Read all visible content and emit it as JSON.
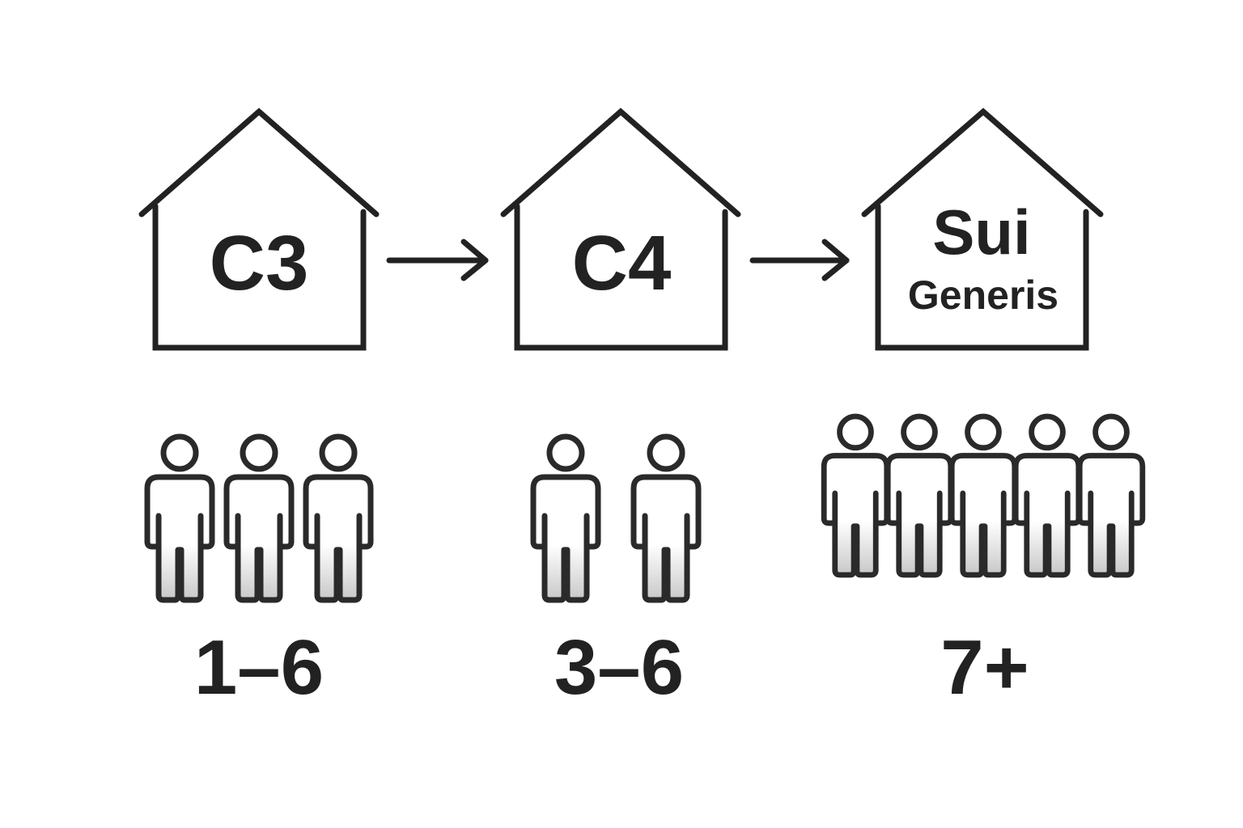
{
  "houses": [
    {
      "id": "c3",
      "label_lines": [
        "C3"
      ],
      "people_count": 3,
      "range": "1–6"
    },
    {
      "id": "c4",
      "label_lines": [
        "C4"
      ],
      "people_count": 2,
      "range": "3–6"
    },
    {
      "id": "sui-generis",
      "label_lines": [
        "Sui",
        "Generis"
      ],
      "people_count": 5,
      "range": "7+"
    }
  ],
  "colors": {
    "stroke": "#222222",
    "background": "#ffffff"
  }
}
